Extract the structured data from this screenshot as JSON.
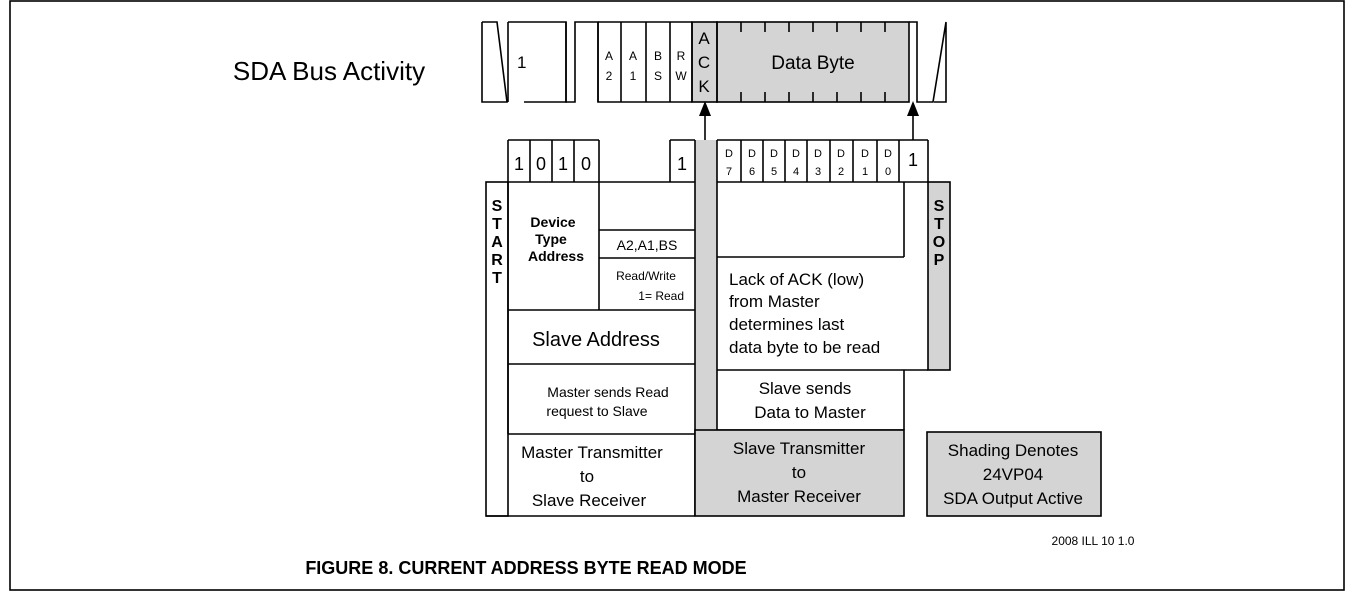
{
  "bus_label": "SDA Bus Activity",
  "bus": {
    "bit_one": "1",
    "addr_bits": [
      [
        "A",
        "2"
      ],
      [
        "A",
        "1"
      ],
      [
        "B",
        "S"
      ],
      [
        "R",
        "W"
      ]
    ],
    "ack": [
      "A",
      "C",
      "K"
    ],
    "data_byte": "Data Byte"
  },
  "bits_row": {
    "device_type": [
      "1",
      "0",
      "1",
      "0"
    ],
    "read_bit": "1",
    "data_bits": [
      [
        "D",
        "7"
      ],
      [
        "D",
        "6"
      ],
      [
        "D",
        "5"
      ],
      [
        "D",
        "4"
      ],
      [
        "D",
        "3"
      ],
      [
        "D",
        "2"
      ],
      [
        "D",
        "1"
      ],
      [
        "D",
        "0"
      ]
    ],
    "nack_bit": "1"
  },
  "start": [
    "S",
    "T",
    "A",
    "R",
    "T"
  ],
  "stop": [
    "S",
    "T",
    "O",
    "P"
  ],
  "device_type_address": [
    "Device",
    "Type",
    "Address"
  ],
  "a2a1bs": "A2,A1,BS",
  "read_write": [
    "Read/Write",
    "1= Read"
  ],
  "slave_address": "Slave Address",
  "lack_ack": [
    "Lack of ACK (low)",
    "from Master",
    "determines last",
    "data byte to be read"
  ],
  "master_sends": [
    "Master sends Read",
    "request to Slave"
  ],
  "slave_sends": [
    "Slave sends",
    "Data to Master"
  ],
  "master_transmitter": [
    "Master Transmitter",
    "to",
    "Slave Receiver"
  ],
  "slave_transmitter": [
    "Slave Transmitter",
    "to",
    "Master Receiver"
  ],
  "shading_note": [
    "Shading Denotes",
    "24VP04",
    "SDA Output Active"
  ],
  "figure_id": "2008 ILL 10 1.0",
  "caption": "FIGURE 8.  CURRENT ADDRESS BYTE READ MODE",
  "colors": {
    "shade": "#d4d4d4",
    "line": "#000000"
  }
}
